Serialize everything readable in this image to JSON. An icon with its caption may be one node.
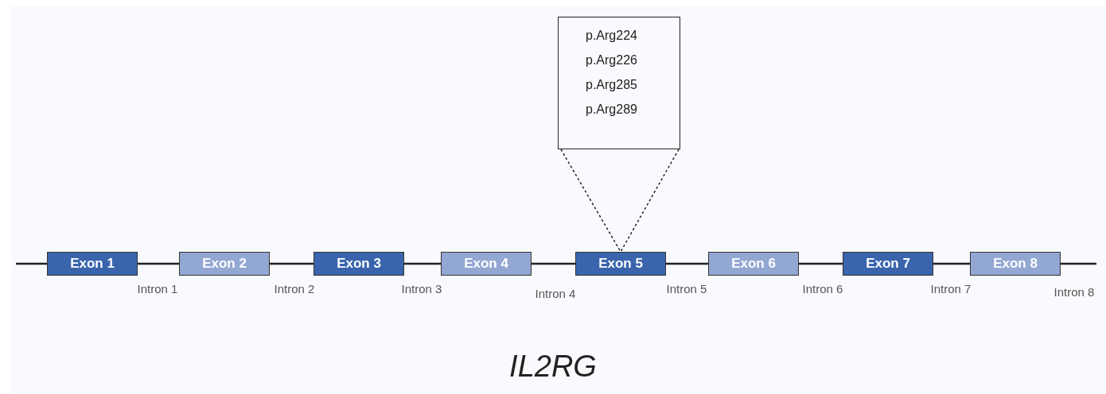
{
  "diagram": {
    "title": "IL2RG",
    "nodes": [
      {
        "text": [
          "Exon 1"
        ]
      },
      {
        "text": [
          "Exon 2"
        ]
      },
      {
        "text": [
          "Exon 3"
        ]
      },
      {
        "text": [
          "Exon 4"
        ]
      },
      {
        "text": [
          "Exon 5"
        ]
      },
      {
        "text": [
          "Exon 6"
        ]
      },
      {
        "text": [
          "Exon 7"
        ]
      },
      {
        "text": [
          "Exon 8"
        ]
      },
      {
        "text": [
          "p.Arg224",
          "p.Arg226",
          "p.Arg285",
          "p.Arg289"
        ]
      }
    ],
    "edges": [
      {
        "from": 0,
        "to": 1,
        "arrow": "none"
      },
      {
        "from": 1,
        "to": 2,
        "arrow": "none"
      },
      {
        "from": 2,
        "to": 3,
        "arrow": "none"
      },
      {
        "from": 3,
        "to": 4,
        "arrow": "none"
      },
      {
        "from": 4,
        "to": 5,
        "arrow": "none"
      },
      {
        "from": 5,
        "to": 6,
        "arrow": "none"
      },
      {
        "from": 6,
        "to": 7,
        "arrow": "none"
      },
      {
        "from": 8,
        "to": 4,
        "arrow": "none",
        "style": "dashed"
      },
      {
        "from": 8,
        "to": 4,
        "arrow": "none",
        "style": "dashed"
      }
    ],
    "labels": [
      "Intron 1",
      "Intron 2",
      "Intron 3",
      "Intron 4",
      "Intron 5",
      "Intron 6",
      "Intron 7",
      "Intron 8"
    ]
  }
}
